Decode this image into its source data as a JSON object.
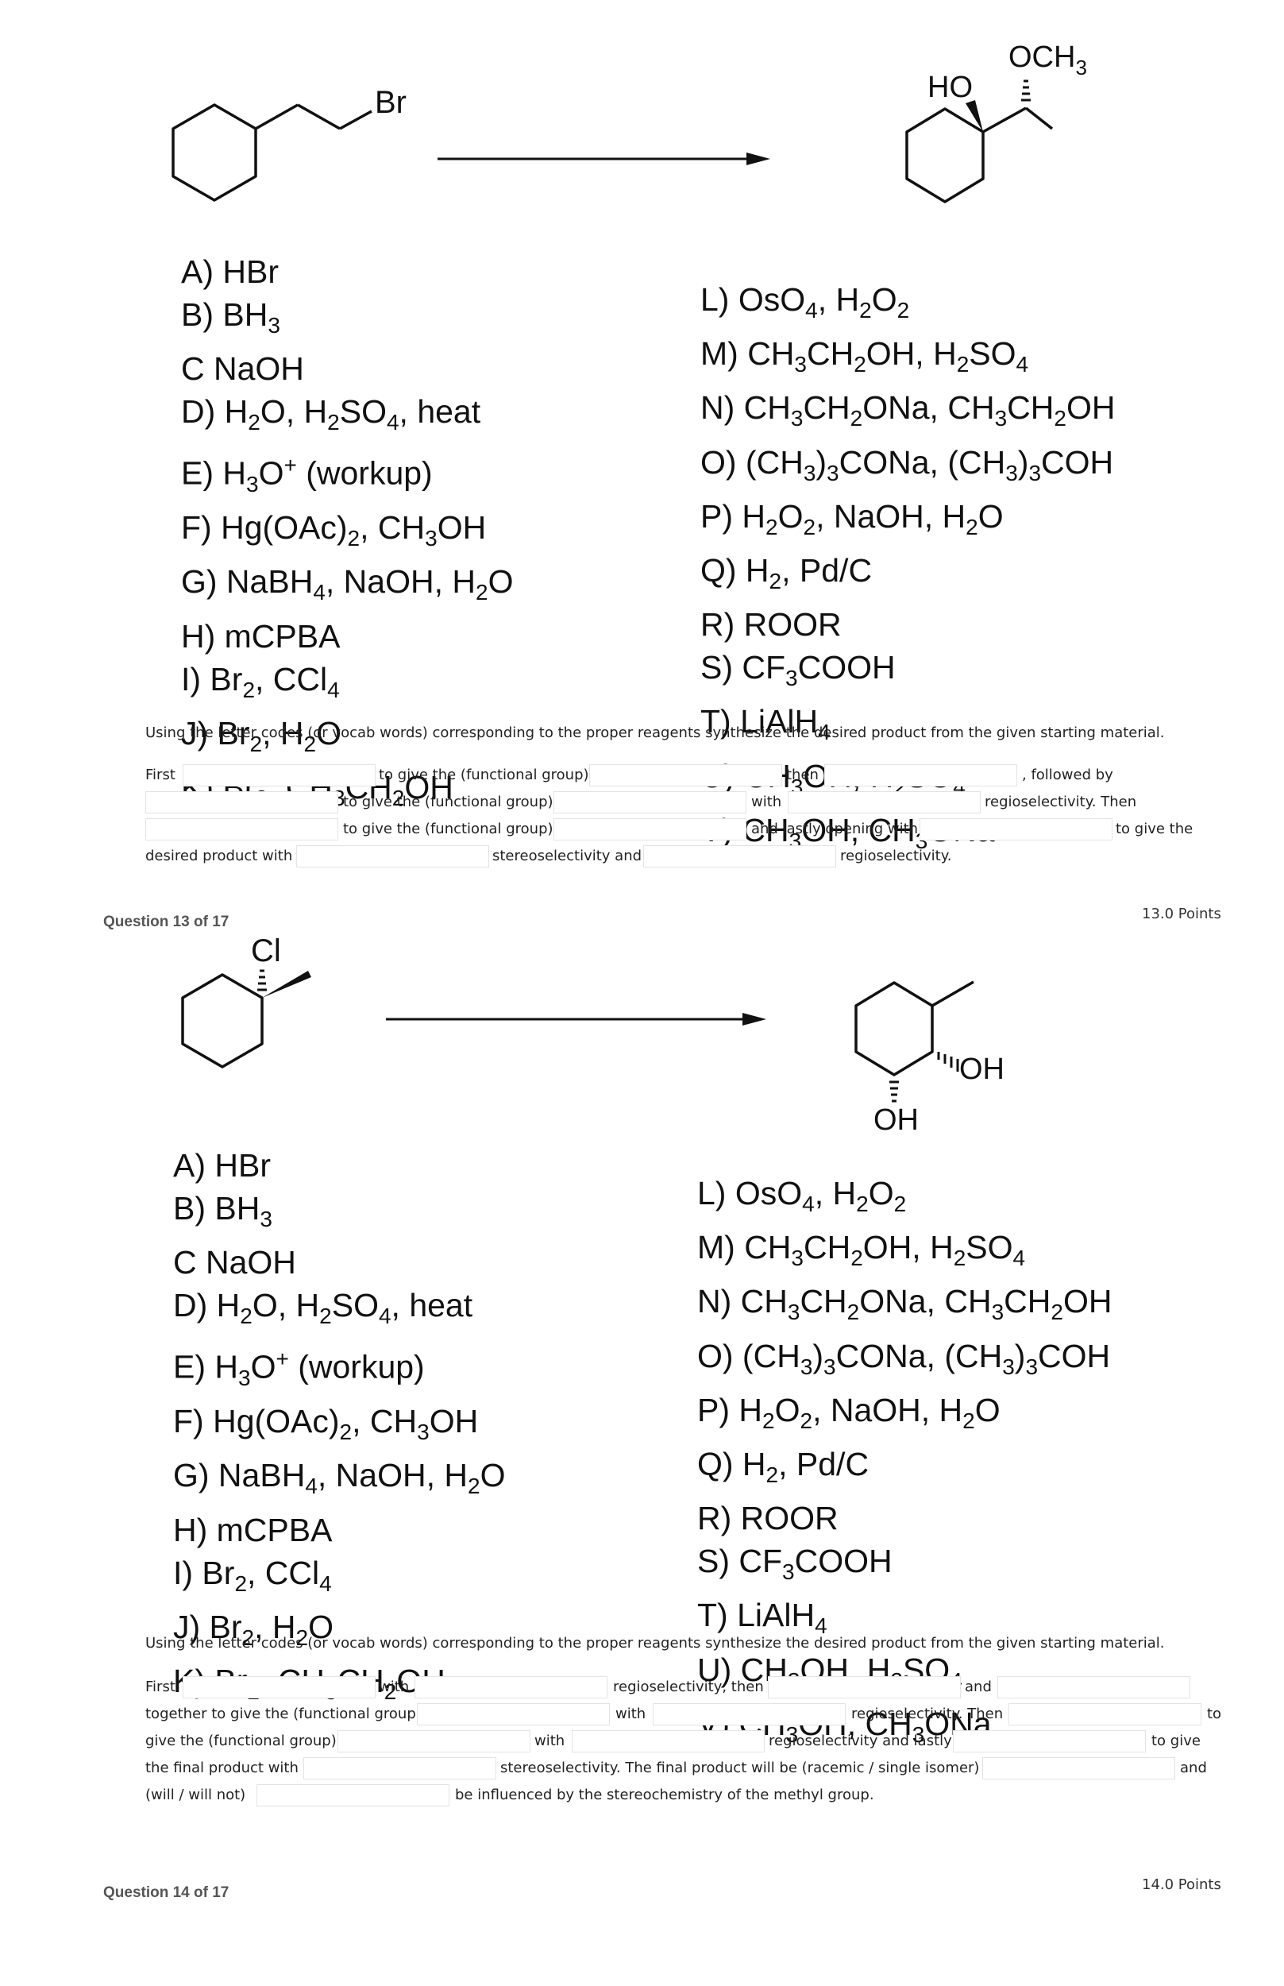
{
  "reagents_left": [
    [
      "A) HBr"
    ],
    [
      "B) BH",
      "3"
    ],
    [
      "C NaOH"
    ],
    [
      "D) H",
      "2",
      "O, H",
      "2",
      "SO",
      "4",
      ", heat"
    ],
    [
      "E) H",
      "3",
      "O",
      "+",
      " (workup)"
    ],
    [
      "F) Hg(OAc)",
      "2",
      ", CH",
      "3",
      "OH"
    ],
    [
      "G) NaBH",
      "4",
      ", NaOH, H",
      "2",
      "O"
    ],
    [
      "H) mCPBA"
    ],
    [
      "I) Br",
      "2",
      ", CCl",
      "4"
    ],
    [
      "J) Br",
      "2",
      ", H",
      "2",
      "O"
    ],
    [
      "K) Br",
      "2",
      ", CH",
      "3",
      "CH",
      "2",
      "OH"
    ]
  ],
  "reagents_right": [
    [
      "L) OsO",
      "4",
      ", H",
      "2",
      "O",
      "2"
    ],
    [
      "M) CH",
      "3",
      "CH",
      "2",
      "OH, H",
      "2",
      "SO",
      "4"
    ],
    [
      "N) CH",
      "3",
      "CH",
      "2",
      "ONa, CH",
      "3",
      "CH",
      "2",
      "OH"
    ],
    [
      "O) (CH",
      "3",
      ")",
      "3",
      "CONa, (CH",
      "3",
      ")",
      "3",
      "COH"
    ],
    [
      "P) H",
      "2",
      "O",
      "2",
      ", NaOH, H",
      "2",
      "O"
    ],
    [
      "Q) H",
      "2",
      ", Pd/C"
    ],
    [
      "R) ROOR"
    ],
    [
      "S) CF",
      "3",
      "COOH"
    ],
    [
      "T) LiAlH",
      "4"
    ],
    [
      "U) CH",
      "3",
      "OH, H",
      "2",
      "SO",
      "4"
    ],
    [
      "V) CH",
      "3",
      "OH, CH",
      "3",
      "ONa"
    ]
  ],
  "q12": {
    "start_label": "Br",
    "product_labels": {
      "ho": "HO",
      "och3": "OCH",
      "och3_sub": "3"
    },
    "instruction": "Using the letter codes (or vocab words) corresponding to the proper reagents synthesize the desired product from the given starting material.",
    "labels": {
      "first": "First",
      "to_give_fg_1": "to give the (functional group)",
      "then": "then",
      "followed_by": ", followed by",
      "to_give_fg_2": "to give the (functional group)",
      "with": "with",
      "regio_then": "regioselectivity. Then",
      "to_give_fg_3": "to give the (functional group)",
      "and_lastly_opening": "and lastly opening with",
      "to_give_the": "to give the",
      "desired_with": "desired product with",
      "stereo_and": "stereoselectivity and",
      "regio_end": "regioselectivity."
    }
  },
  "q13": {
    "header": "Question 13 of 17",
    "points": "13.0 Points",
    "start_label": "Cl",
    "product_labels": {
      "oh1": "OH",
      "oh2": "OH"
    },
    "instruction": "Using the letter codes (or vocab words) corresponding to the proper reagents synthesize the desired product from the given starting material.",
    "labels": {
      "first": "First",
      "with_1": "with",
      "regio_then_1": "regioselectivity, then",
      "and": "and",
      "together": "together to give the (functional group)",
      "with_2": "with",
      "regio_then_2": "regioselectivity. Then",
      "to": "to",
      "give_fg": "give the (functional group)",
      "with_3": "with",
      "regio_and_lastly": "regioselectivity and lastly",
      "to_give": "to give",
      "final_with": "the final product with",
      "stereo_final": "stereoselectivity. The final product will be (racemic / single isomer)",
      "and_end": "and",
      "will_not": "(will / will not)",
      "influenced": "be influenced by the stereochemistry of the methyl group."
    }
  },
  "q14": {
    "header": "Question 14 of 17",
    "points": "14.0 Points"
  }
}
